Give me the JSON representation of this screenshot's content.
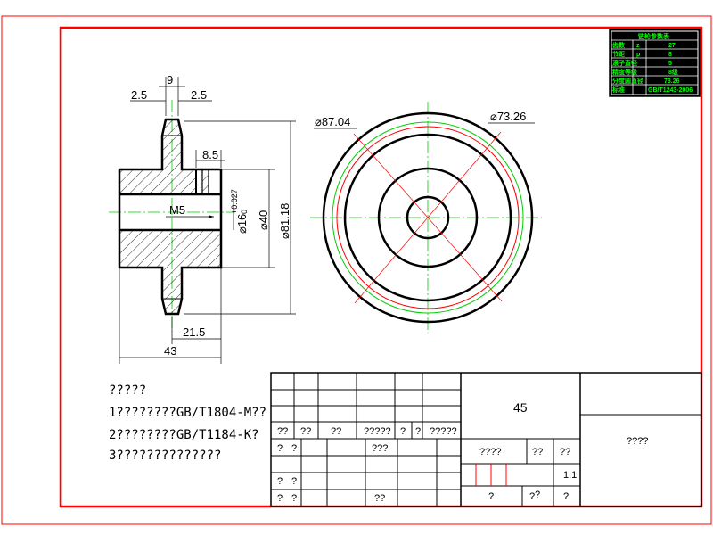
{
  "dimensions": {
    "top_width": "9",
    "left_offset": "2.5",
    "right_offset": "2.5",
    "keyway": "8.5",
    "thread": "M5",
    "bore": "⌀16",
    "bore_tol_upper": "+0.027",
    "bore_tol_lower": "0",
    "hub_dia": "⌀40",
    "outer_dia": "⌀81.18",
    "hub_length": "21.5",
    "total_length": "43",
    "dia_tip": "⌀87.04",
    "dia_pitch": "⌀73.26"
  },
  "notes": {
    "heading": "?????",
    "line1": "1????????GB/T1804-M??",
    "line2": "2????????GB/T1184-K?",
    "line3": "3??????????????"
  },
  "title_block": {
    "material": "45",
    "name": "????",
    "row1": [
      "??",
      "??",
      "??",
      "?????",
      "?",
      "?",
      "?????"
    ],
    "row2_left": [
      "?",
      "?"
    ],
    "row2_mid": "???",
    "row3_left": [
      "?",
      "?"
    ],
    "row4_left": [
      "?",
      "?"
    ],
    "row4_mid": "??",
    "right_labels": [
      "????",
      "??",
      "??"
    ],
    "scale": "1:1",
    "bottom": [
      "?",
      "?",
      "?",
      "?"
    ]
  },
  "param_table": {
    "title": "链轮参数表",
    "rows": [
      [
        "齿数",
        "z",
        "27"
      ],
      [
        "节距",
        "p",
        "8"
      ],
      [
        "滚子直径",
        "",
        "5"
      ],
      [
        "精度等级",
        "",
        "8级"
      ],
      [
        "分度圆直径",
        "",
        "73.26"
      ],
      [
        "标准",
        "",
        "GB/T1243-2006"
      ]
    ]
  },
  "colors": {
    "frame": "#ff0000",
    "line": "#000000",
    "center": "#00cc00",
    "pitch": "#ff0000"
  }
}
